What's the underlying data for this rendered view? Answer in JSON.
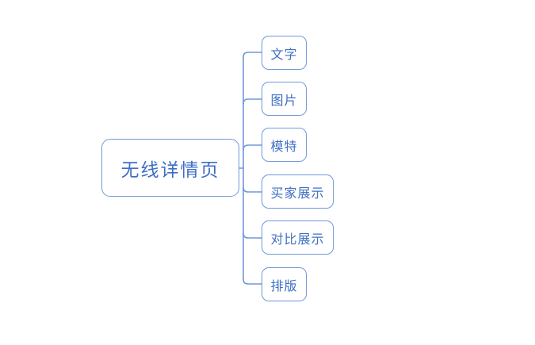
{
  "diagram": {
    "type": "mind-map",
    "orientation": "left-to-right",
    "background_color": "#ffffff",
    "stroke_color": "#7099d8",
    "text_color": "#3f6fc4",
    "root": {
      "label": "无线详情页"
    },
    "children": [
      {
        "label": "文字"
      },
      {
        "label": "图片"
      },
      {
        "label": "模特"
      },
      {
        "label": "买家展示"
      },
      {
        "label": "对比展示"
      },
      {
        "label": "排版"
      }
    ]
  }
}
